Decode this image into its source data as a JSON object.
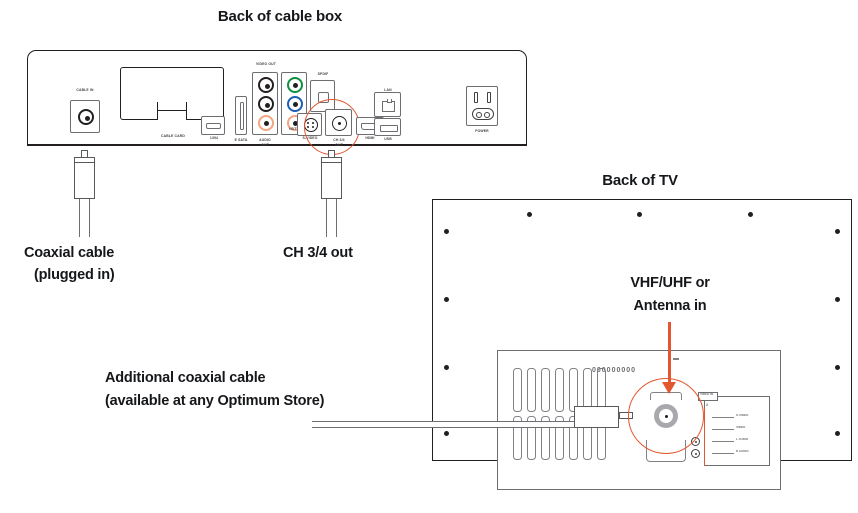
{
  "diagram": {
    "title_cable_box": "Back of cable box",
    "title_tv": "Back of TV"
  },
  "captions": {
    "coax_cable_line1": "Coaxial cable",
    "coax_cable_line2": "(plugged in)",
    "ch34_out": "CH 3/4 out",
    "additional_line1": "Additional coaxial cable",
    "additional_line2": "(available at any Optimum Store)",
    "vhf_line1": "VHF/UHF or",
    "vhf_line2": "Antenna in"
  },
  "cable_box_ports": {
    "cable_in": "CABLE IN",
    "cable_card": "CABLE CARD",
    "ieee1394": "1394",
    "esata": "E SATA",
    "video_out": "VIDEO OUT",
    "audio_out_line1": "AUDIO",
    "audio_out_line2": "OUT",
    "hdtv": "HDTV",
    "spdif": "SPDIF",
    "s_video": "S-VIDEO",
    "ch34_out_line1": "CH 3/4",
    "ch34_out_line2": "OUT",
    "hdmi": "HDMI",
    "lan": "LAN",
    "usb": "USB",
    "power": "POWER"
  },
  "tv": {
    "model_text": "000000000",
    "io_panel": {
      "header": "VIDEO IN",
      "channel_number": "2",
      "rows": [
        "S-VIDEO",
        "VIDEO",
        "L AUDIO",
        "R AUDIO"
      ]
    }
  },
  "colors": {
    "accent_orange": "#E2572F",
    "outline_dark": "#231f20",
    "outline_gray": "#6d6e71",
    "jack_green": "#0d9040",
    "jack_blue": "#1a5fb4",
    "jack_red": "#c0392b",
    "jack_salmon": "#f4a582",
    "jack_black": "#231f20"
  }
}
